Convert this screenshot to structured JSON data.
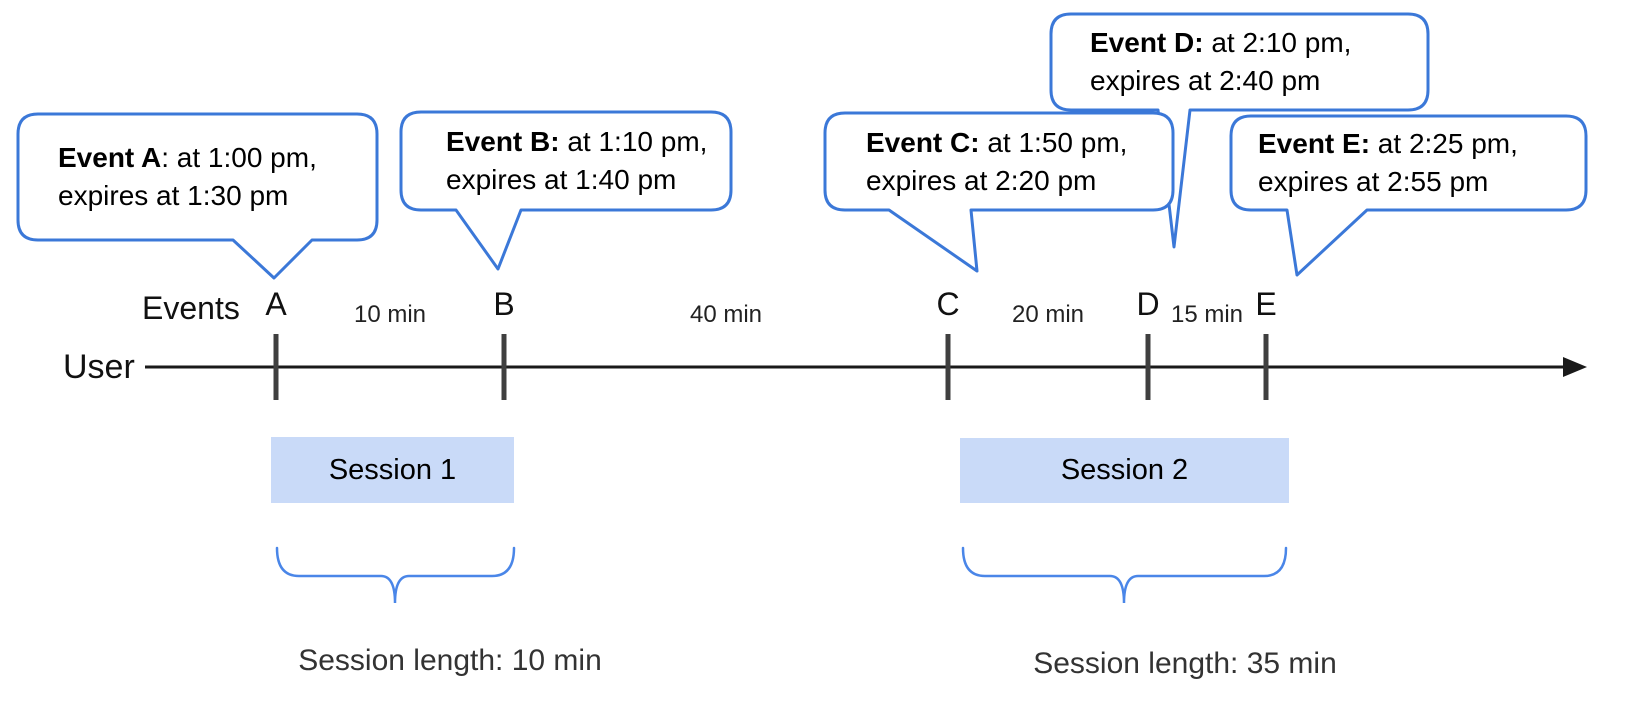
{
  "axis": {
    "user_label": "User",
    "events_label": "Events"
  },
  "events": [
    {
      "letter": "A",
      "label_bold": "Event A",
      "label_rest": ": at 1:00 pm,",
      "label_line2": "expires at 1:30 pm"
    },
    {
      "letter": "B",
      "label_bold": "Event B:",
      "label_rest": " at 1:10 pm,",
      "label_line2": "expires at 1:40 pm"
    },
    {
      "letter": "C",
      "label_bold": "Event C:",
      "label_rest": " at 1:50 pm,",
      "label_line2": "expires at 2:20 pm"
    },
    {
      "letter": "D",
      "label_bold": "Event D:",
      "label_rest": " at 2:10 pm,",
      "label_line2": "expires at 2:40 pm"
    },
    {
      "letter": "E",
      "label_bold": "Event E:",
      "label_rest": " at 2:25 pm,",
      "label_line2": "expires at 2:55 pm"
    }
  ],
  "intervals": [
    "10 min",
    "40 min",
    "20 min",
    "15 min"
  ],
  "sessions": [
    {
      "label": "Session 1",
      "length_label": "Session length: 10 min"
    },
    {
      "label": "Session 2",
      "length_label": "Session length: 35 min"
    }
  ],
  "colors": {
    "bubble_border": "#3b78d8",
    "brace": "#4a86e8",
    "session_fill": "#c9daf8",
    "tick": "#3f3f3f",
    "axis_line": "#1a1a1a"
  }
}
